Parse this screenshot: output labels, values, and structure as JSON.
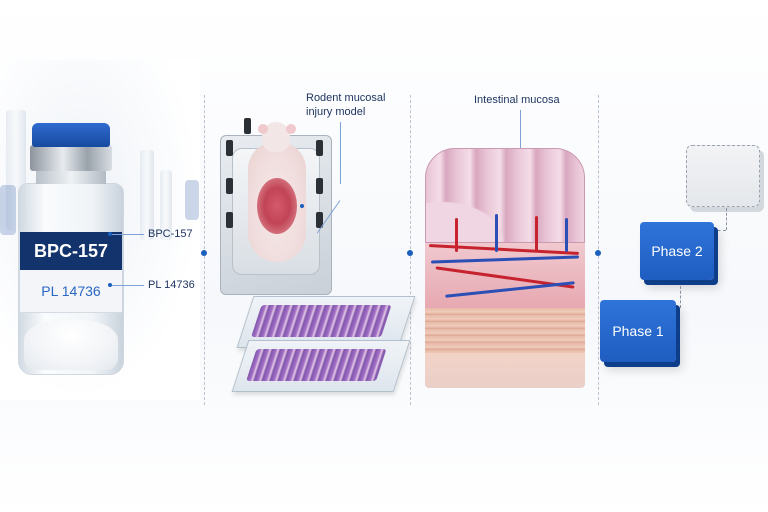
{
  "vial": {
    "label_main": "BPC-157",
    "label_code": "PL 14736"
  },
  "callouts": {
    "vial_name": "BPC-157",
    "vial_code": "PL 14736",
    "rodent_line1": "Rodent mucosal",
    "rodent_line2": "injury model",
    "mucosa": "Intestinal mucosa"
  },
  "phases": {
    "phase2": "Phase 2",
    "phase1": "Phase 1"
  },
  "colors": {
    "accent": "#1f5dc0",
    "label_dark": "#12336b",
    "dot": "#1b5fbf"
  }
}
